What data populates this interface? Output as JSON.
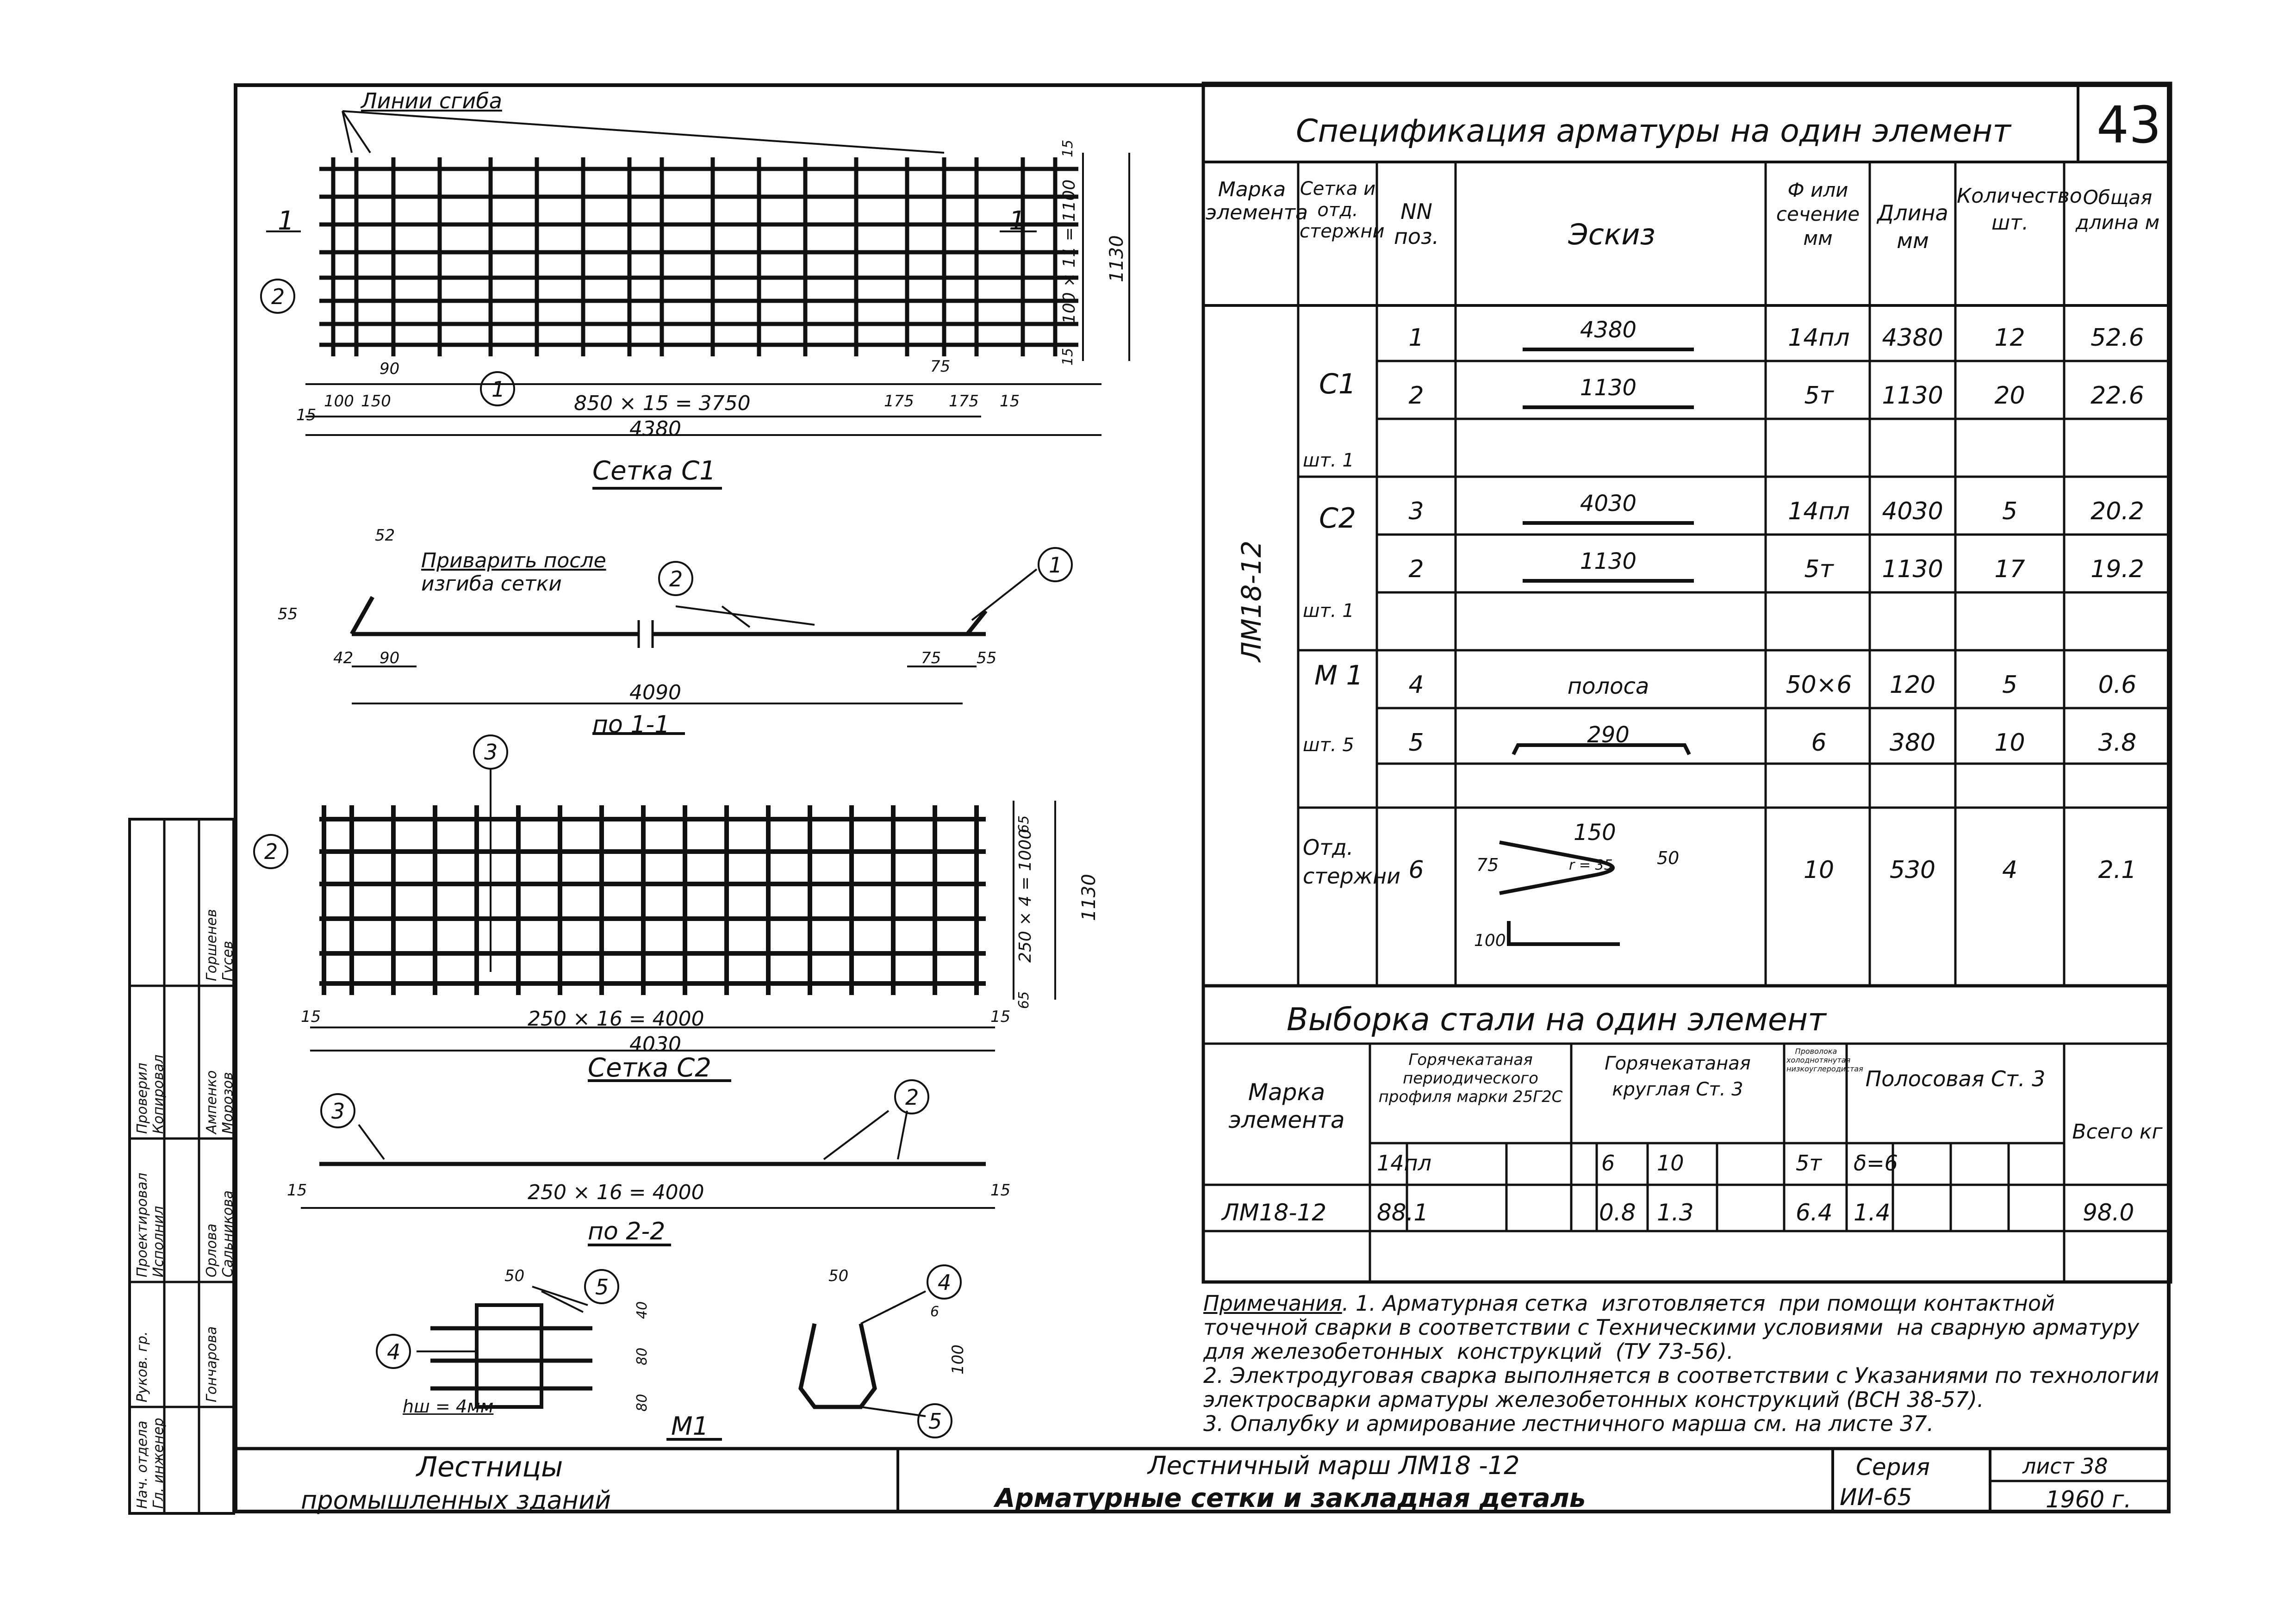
{
  "sheet": {
    "sheet_number": "43",
    "bottom_title_left_1": "Лестницы",
    "bottom_title_left_2": "промышленных  зданий",
    "bottom_title_mid_1": "Лестничный  марш  ЛМ18 -12",
    "bottom_title_mid_2": "Арматурные сетки  и  закладная  деталь",
    "series_label": "Серия",
    "series_value": "ИИ-65",
    "list_label": "лист 38",
    "year": "1960 г."
  },
  "drawings": {
    "bend_lines_label": "Линии сгиба",
    "setka_c1": {
      "title": "Сетка С1",
      "section_mark_left": "1",
      "section_mark_right": "1",
      "callout_2": "2",
      "callout_1": "1",
      "dim_bottom": "850 × 15 = 3750",
      "dim_total": "4380",
      "dim_left_a": "100",
      "dim_left_b": "150",
      "dim_left_15": "15",
      "dim_90": "90",
      "dim_75": "75",
      "dim_175a": "175",
      "dim_175b": "175",
      "dim_right_15": "15",
      "dim_vert": "100 × 11 = 1100",
      "dim_vert_total": "1130",
      "dim_vert_15a": "15",
      "dim_vert_15b": "15"
    },
    "section_1_1": {
      "title": "по 1-1",
      "note_1": "Приварить после",
      "note_2": "изгиба сетки",
      "callout_2": "2",
      "callout_1": "1",
      "dim_52": "52",
      "dim_55": "55",
      "dim_42": "42",
      "dim_90": "90",
      "dim_75": "75",
      "dim_55r": "55",
      "dim_total": "4090"
    },
    "setka_c2": {
      "title": "Сетка С2",
      "callout_3": "3",
      "callout_2": "2",
      "dim_bottom": "250 × 16 = 4000",
      "dim_total": "4030",
      "dim_15l": "15",
      "dim_15r": "15",
      "dim_vert": "250 × 4 = 1000",
      "dim_vert_total": "1130",
      "dim_65a": "65",
      "dim_65b": "65"
    },
    "section_2_2": {
      "title": "по 2-2",
      "callout_3": "3",
      "callout_2": "2",
      "dim_bottom": "250 × 16 = 4000",
      "dim_15l": "15",
      "dim_15r": "15"
    },
    "m1": {
      "title": "М1",
      "callout_4a": "4",
      "callout_5a": "5",
      "callout_4b": "4",
      "callout_5b": "5",
      "dim_50a": "50",
      "dim_50b": "50",
      "dim_40": "40",
      "dim_80a": "80",
      "dim_80b": "80",
      "dim_6": "6",
      "dim_100": "100",
      "weld_note": "hш = 4мм"
    }
  },
  "spec": {
    "title": "Спецификация  арматуры  на  один  элемент",
    "headers": [
      "Марка элемента",
      "Сетка и отд. стержни",
      "NN поз.",
      "Эскиз",
      "Ф или сечение мм",
      "Длина мм",
      "Количество шт.",
      "Общая длина м"
    ],
    "element_mark": "ЛМ18-12",
    "groups": [
      {
        "name": "С1",
        "count": "шт. 1"
      },
      {
        "name": "С2",
        "count": "шт. 1"
      },
      {
        "name": "М 1",
        "count": "шт. 5"
      },
      {
        "name": "Отд. стержни",
        "count": ""
      }
    ],
    "rows": [
      {
        "pos": "1",
        "sketch": "4380",
        "section": "14пл",
        "length": "4380",
        "qty": "12",
        "total": "52.6"
      },
      {
        "pos": "2",
        "sketch": "1130",
        "section": "5т",
        "length": "1130",
        "qty": "20",
        "total": "22.6"
      },
      {
        "pos": "3",
        "sketch": "4030",
        "section": "14пл",
        "length": "4030",
        "qty": "5",
        "total": "20.2"
      },
      {
        "pos": "2",
        "sketch": "1130",
        "section": "5т",
        "length": "1130",
        "qty": "17",
        "total": "19.2"
      },
      {
        "pos": "4",
        "sketch": "полоса",
        "section": "50×6",
        "length": "120",
        "qty": "5",
        "total": "0.6"
      },
      {
        "pos": "5",
        "sketch": "290",
        "section": "6",
        "length": "380",
        "qty": "10",
        "total": "3.8"
      },
      {
        "pos": "6",
        "sketch": "150",
        "section": "10",
        "length": "530",
        "qty": "4",
        "total": "2.1"
      }
    ],
    "sketch6": {
      "d75": "75",
      "d150": "150",
      "r": "r = 35",
      "d50": "50",
      "d100": "100"
    }
  },
  "steel": {
    "title": "Выборка  стали  на  один  элемент",
    "col_mark": "Марка элемента",
    "col_hot_periodic": "Горячекатаная периодического профиля марки 25Г2С",
    "col_hot_round": "Горячекатаная круглая Ст. 3",
    "col_wire": "Проволока холоднотянутая низкоуглеродистая",
    "col_strip": "Полосовая Ст. 3",
    "col_total": "Всего кг",
    "sub": [
      "14пл",
      "",
      "",
      "6",
      "10",
      "",
      "5т",
      "δ=6",
      "",
      ""
    ],
    "row": {
      "mark": "ЛМ18-12",
      "v14": "88.1",
      "v6": "0.8",
      "v10": "1.3",
      "v5t": "6.4",
      "vstrip": "1.4",
      "total": "98.0"
    }
  },
  "notes": {
    "label": "Примечания",
    "text": ". 1. Арматурная сетка  изготовляется  при помощи контактной точечной сварки в соответствии с Техническими условиями  на сварную арматуру для железобетонных  конструкций  (ТУ 73-56).\n2. Электродуговая сварка выполняется в соответствии с Указаниями по технологии электросварки арматуры железобетонных конструкций (ВСН 38-57).\n3. Опалубку и армирование лестничного марша см. на листе 37."
  },
  "stamp": {
    "roles": [
      "Нач. отдела",
      "Гл. инженер",
      "Руков. гр.",
      "Проектировал",
      "Исполнил",
      "Проверил",
      "Копировал"
    ],
    "names": [
      "Горшенев",
      "Гусев",
      "Ампенко",
      "Морозов",
      "Орлова",
      "Сальникова",
      "Гончарова"
    ]
  }
}
